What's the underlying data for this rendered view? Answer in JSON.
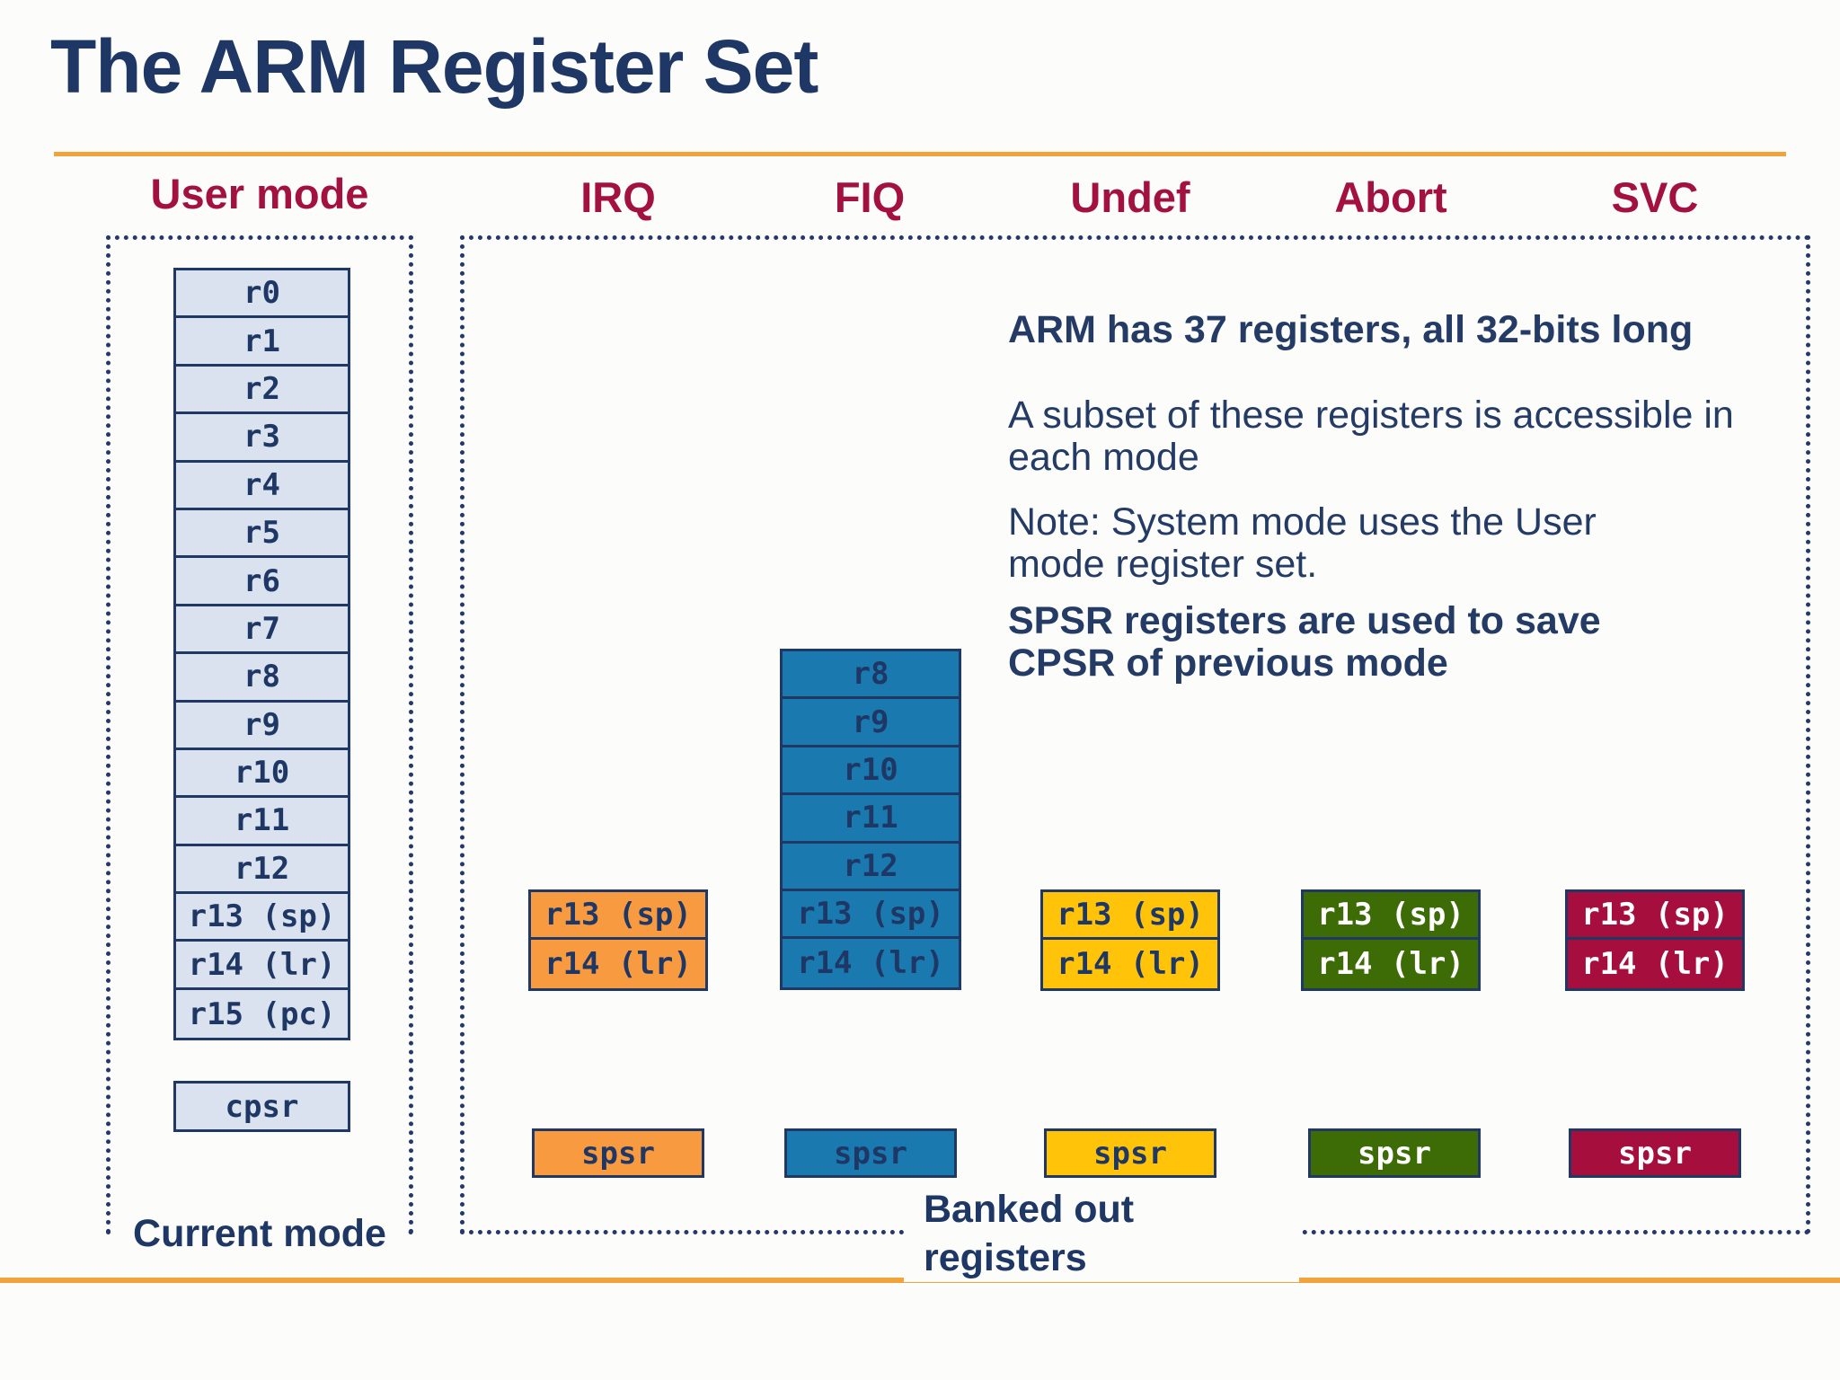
{
  "slide": {
    "title": "The ARM Register Set",
    "accent_color": "#F2A43C",
    "navy": "#1E3765",
    "header_color": "#A31140"
  },
  "headers": {
    "user_mode": "User mode",
    "columns": [
      {
        "id": "irq",
        "label": "IRQ",
        "color": "#F89B40",
        "text_color": "#1E3765"
      },
      {
        "id": "fiq",
        "label": "FIQ",
        "color": "#1A79AE",
        "text_color": "#1E3765"
      },
      {
        "id": "undef",
        "label": "Undef",
        "color": "#FFC40A",
        "text_color": "#1E3765"
      },
      {
        "id": "abort",
        "label": "Abort",
        "color": "#3D6B06",
        "text_color": "#FFFFFF"
      },
      {
        "id": "svc",
        "label": "SVC",
        "color": "#A50E3D",
        "text_color": "#FFFFFF"
      }
    ]
  },
  "user_mode": {
    "fill": "#D9E2EE",
    "registers": [
      "r0",
      "r1",
      "r2",
      "r3",
      "r4",
      "r5",
      "r6",
      "r7",
      "r8",
      "r9",
      "r10",
      "r11",
      "r12",
      "r13 (sp)",
      "r14 (lr)",
      "r15 (pc)"
    ],
    "cpsr": "cpsr"
  },
  "banked": {
    "fiq_registers": [
      "r8",
      "r9",
      "r10",
      "r11",
      "r12",
      "r13 (sp)",
      "r14 (lr)"
    ],
    "two_reg": [
      "r13 (sp)",
      "r14 (lr)"
    ],
    "spsr": "spsr"
  },
  "notes": [
    "ARM has 37 registers, all 32-bits long",
    "A subset of these registers is accessible in each mode",
    "Note: System mode uses the User mode register set.",
    "SPSR registers are used to save CPSR of previous mode"
  ],
  "footer": {
    "current_mode": "Current mode",
    "banked_out": "Banked out registers"
  }
}
